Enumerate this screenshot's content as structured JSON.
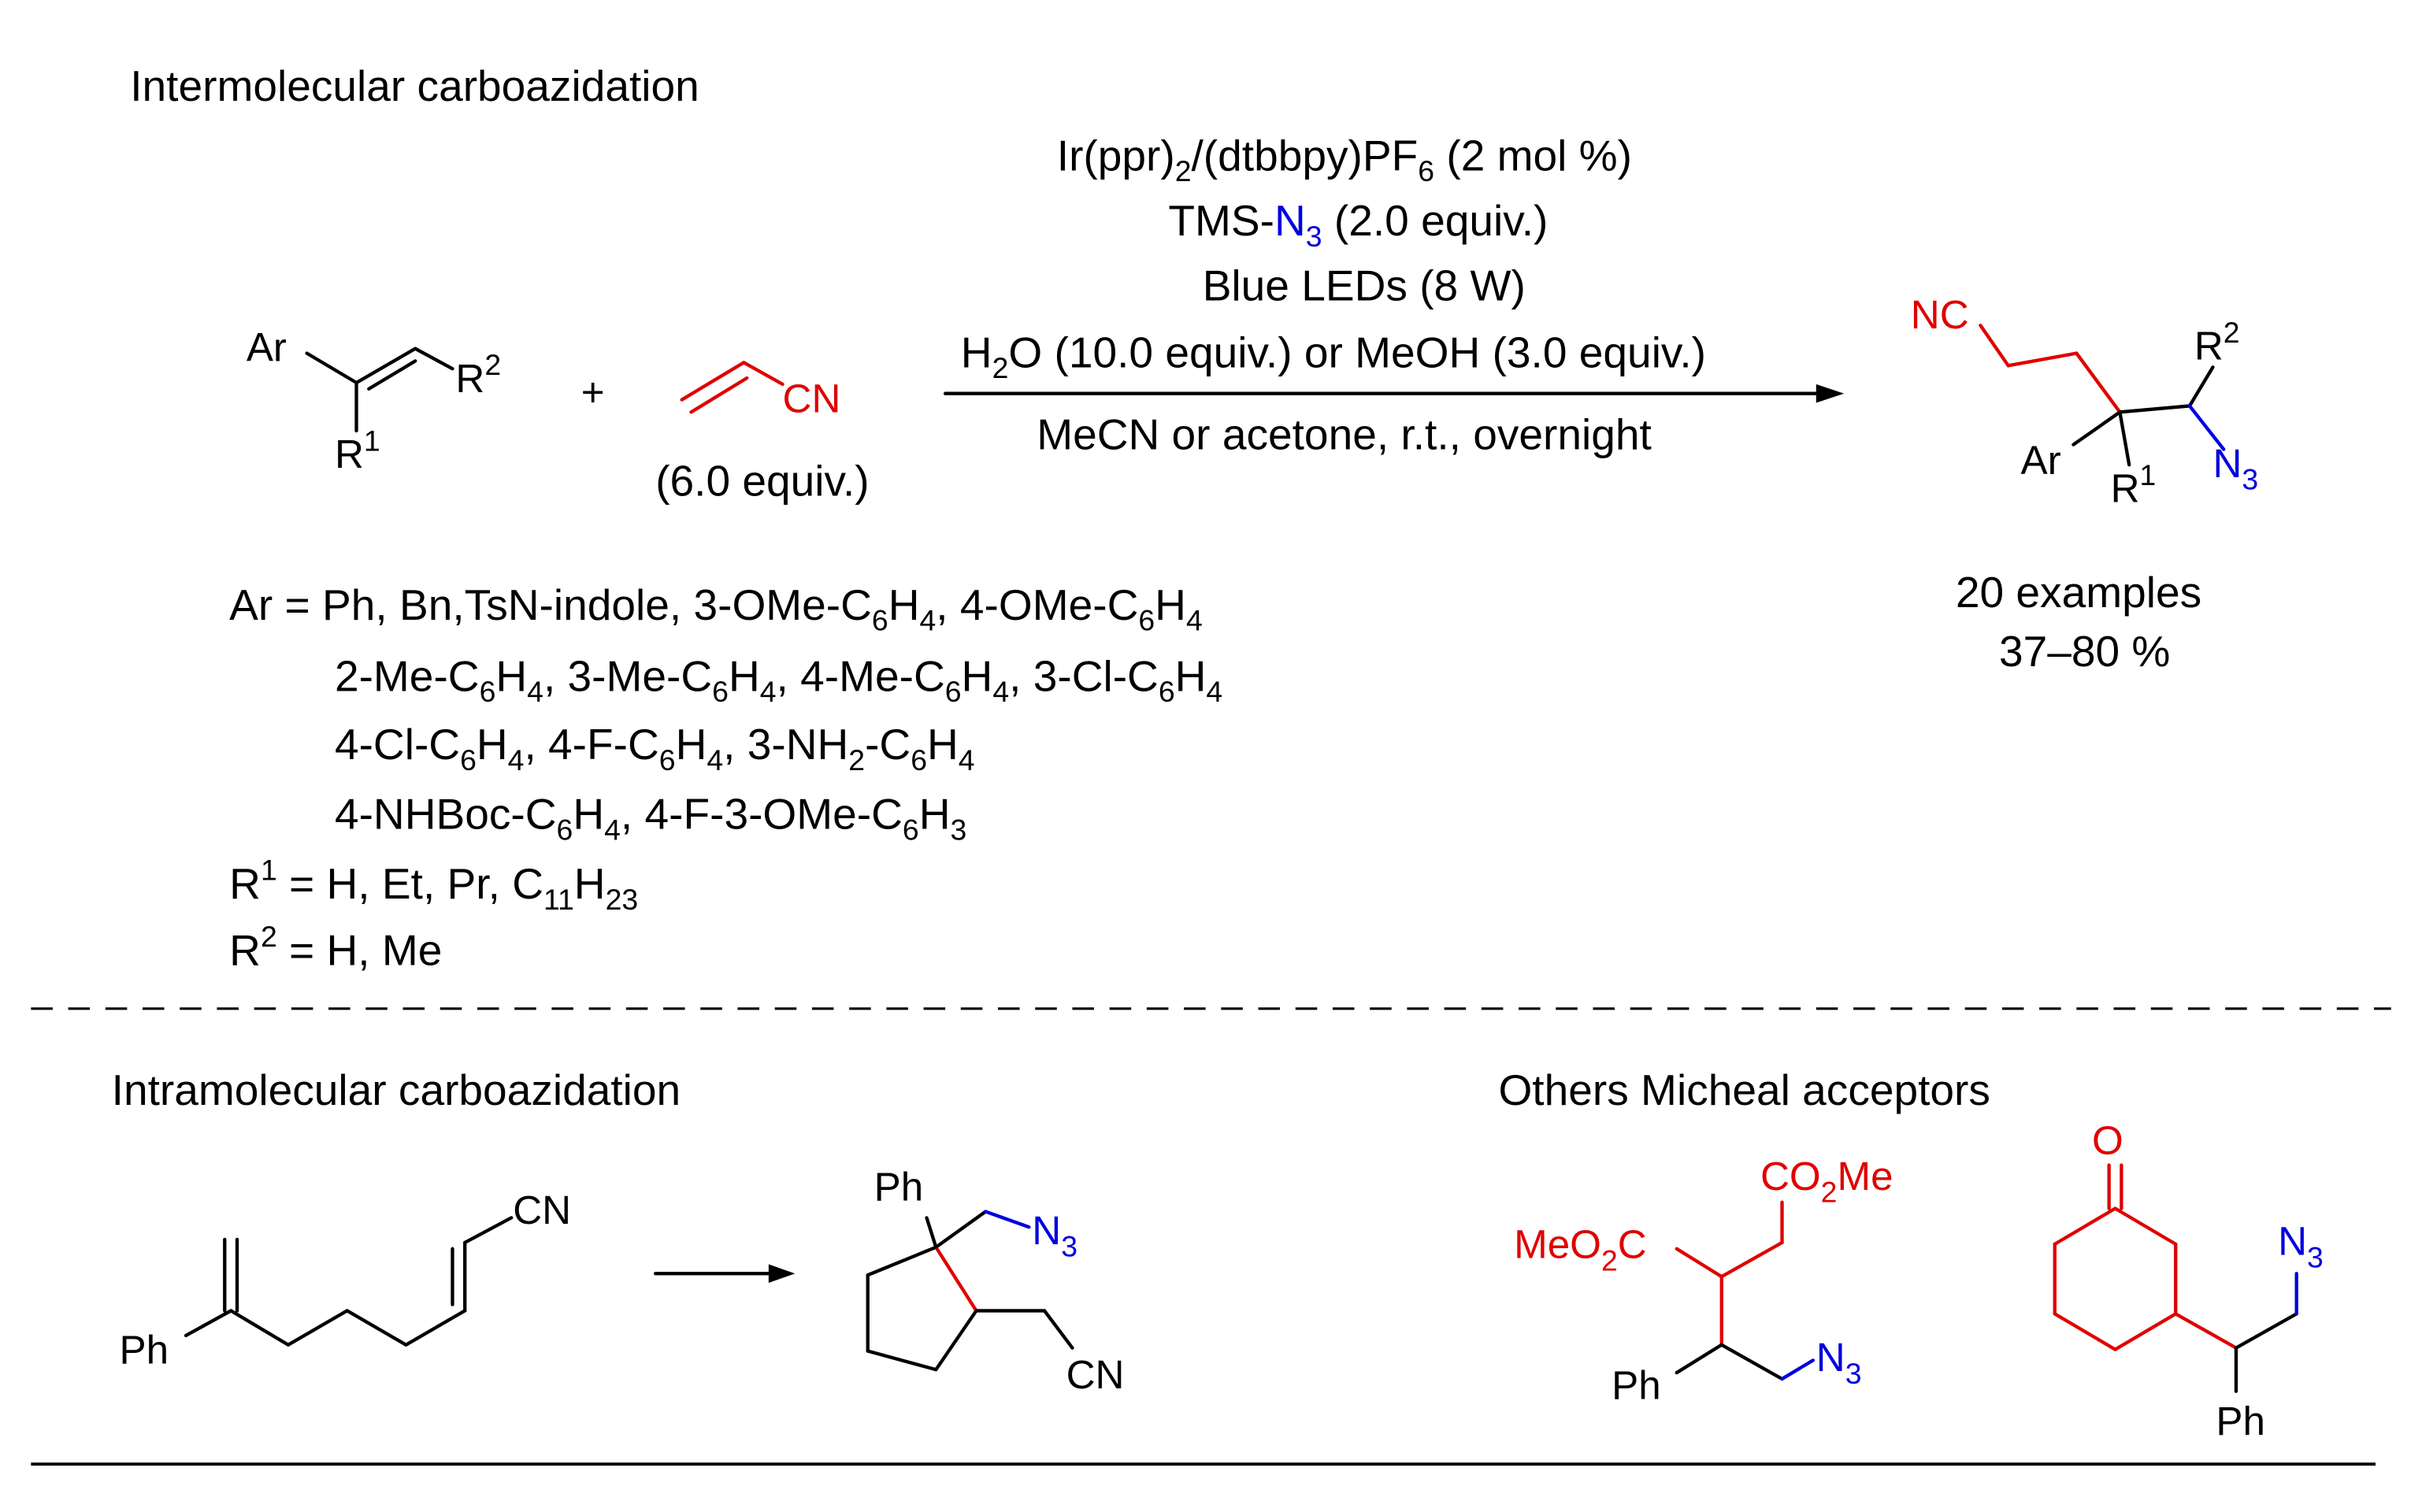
{
  "colors": {
    "accent_red": "#e00000",
    "azide_blue": "#0000e0",
    "text": "#000000"
  },
  "inter": {
    "title": "Intermolecular carboazidation",
    "reagent_equiv": "(6.0 equiv.)",
    "plus": "+",
    "cond_line1": "Ir(ppr)2/(dtbbpy)PF6 (2 mol %)",
    "cond_line2": "TMS-N3 (2.0 equiv.)",
    "cond_line3": "Blue LEDs (8 W)",
    "cond_line4": "H2O (10.0 equiv.) or MeOH (3.0 equiv.)",
    "cond_below": "MeCN or acetone, r.t., overnight",
    "examples": "20 examples",
    "yield": "37–80 %",
    "scope_ar_1": "Ar = Ph, Bn,TsN-indole, 3-OMe-C6H4, 4-OMe-C6H4",
    "scope_ar_2": "2-Me-C6H4, 3-Me-C6H4, 4-Me-C6H4, 3-Cl-C6H4",
    "scope_ar_3": "4-Cl-C6H4, 4-F-C6H4, 3-NH2-C6H4",
    "scope_ar_4": "4-NHBoc-C6H4, 4-F-3-OMe-C6H3",
    "scope_r1": "R1 = H, Et, Pr, C11H23",
    "scope_r2": "R2 = H, Me"
  },
  "intra": {
    "title": "Intramolecular carboazidation"
  },
  "others": {
    "title": "Others Micheal acceptors"
  },
  "atoms": {
    "ar": "Ar",
    "r1": "R1",
    "r2": "R2",
    "cn": "CN",
    "nc": "NC",
    "n3": "N3",
    "ph": "Ph",
    "o": "O",
    "meo2c": "MeO2C",
    "co2me": "CO2Me"
  }
}
